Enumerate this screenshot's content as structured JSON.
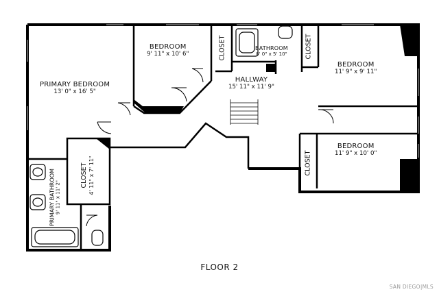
{
  "plan": {
    "floor_label": "FLOOR 2",
    "watermark": "SAN DIEGO|MLS",
    "rooms": {
      "primary_bedroom": {
        "name": "PRIMARY BEDROOM",
        "dims": "13' 0\" x 16' 5\""
      },
      "bedroom_top": {
        "name": "BEDROOM",
        "dims": "9' 11\" x 10' 6\""
      },
      "closet_top": {
        "name": "CLOSET"
      },
      "bathroom": {
        "name": "BATHROOM",
        "dims": "8' 0\" x 5' 10\""
      },
      "closet_right_top": {
        "name": "CLOSET"
      },
      "bedroom_right_top": {
        "name": "BEDROOM",
        "dims": "11' 9\" x 9' 11\""
      },
      "hallway": {
        "name": "HALLWAY",
        "dims": "15' 11\" x 11' 9\""
      },
      "bedroom_right_bottom": {
        "name": "BEDROOM",
        "dims": "11' 9\" x 10' 0\""
      },
      "closet_right_bottom": {
        "name": "CLOSET"
      },
      "closet_primary": {
        "name": "CLOSET",
        "dims": "4' 11\" x 7' 11\""
      },
      "primary_bathroom": {
        "name": "PRIMARY BATHROOM",
        "dims": "9' 11\" x 11' 2\""
      }
    }
  }
}
